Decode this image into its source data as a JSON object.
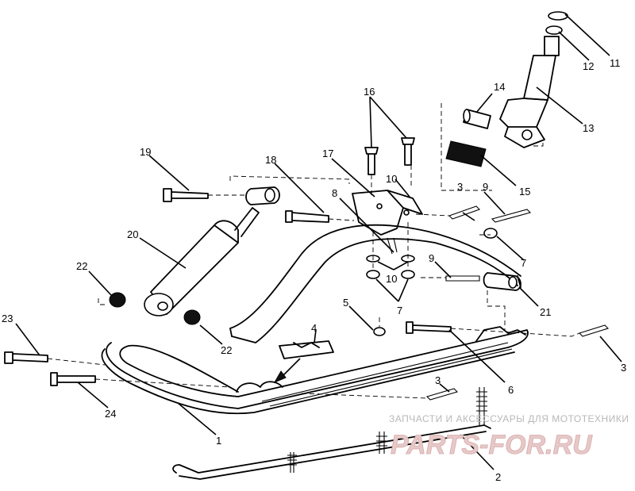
{
  "callouts": [
    "1",
    "2",
    "3",
    "3",
    "3",
    "4",
    "5",
    "6",
    "7",
    "7",
    "8",
    "9",
    "9",
    "10",
    "10",
    "11",
    "12",
    "13",
    "14",
    "15",
    "16",
    "17",
    "18",
    "19",
    "20",
    "21",
    "22",
    "22",
    "23",
    "24"
  ],
  "watermark": {
    "caption": "ЗАПЧАСТИ И АКСЕССУАРЫ ДЛЯ МОТОТЕХНИКИ",
    "logo": "PARTS-FOR.RU"
  }
}
